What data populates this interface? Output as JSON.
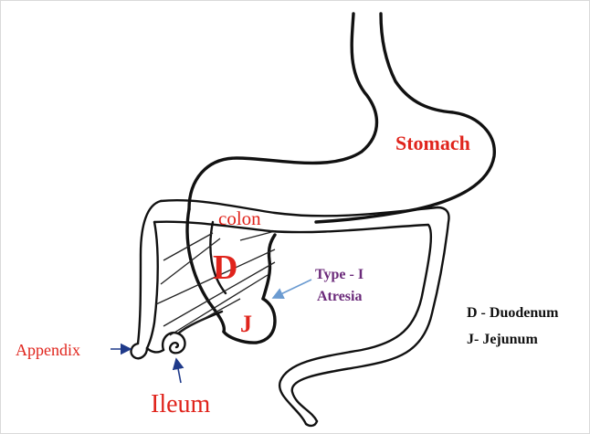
{
  "labels": {
    "stomach": "Stomach",
    "colon": "colon",
    "duodenum_letter": "D",
    "jejunum_letter": "J",
    "atresia_line1": "Type - I",
    "atresia_line2": "Atresia",
    "appendix": "Appendix",
    "ileum": "Ileum"
  },
  "legend": {
    "duodenum": "D - Duodenum",
    "jejunum": "J- Jejunum"
  },
  "colors": {
    "organ_outline": "#111111",
    "label_red": "#e0241c",
    "label_purple": "#6b2a7a",
    "atresia_arrow": "#6b9bd1",
    "pointer_arrow": "#1f3a8a"
  }
}
